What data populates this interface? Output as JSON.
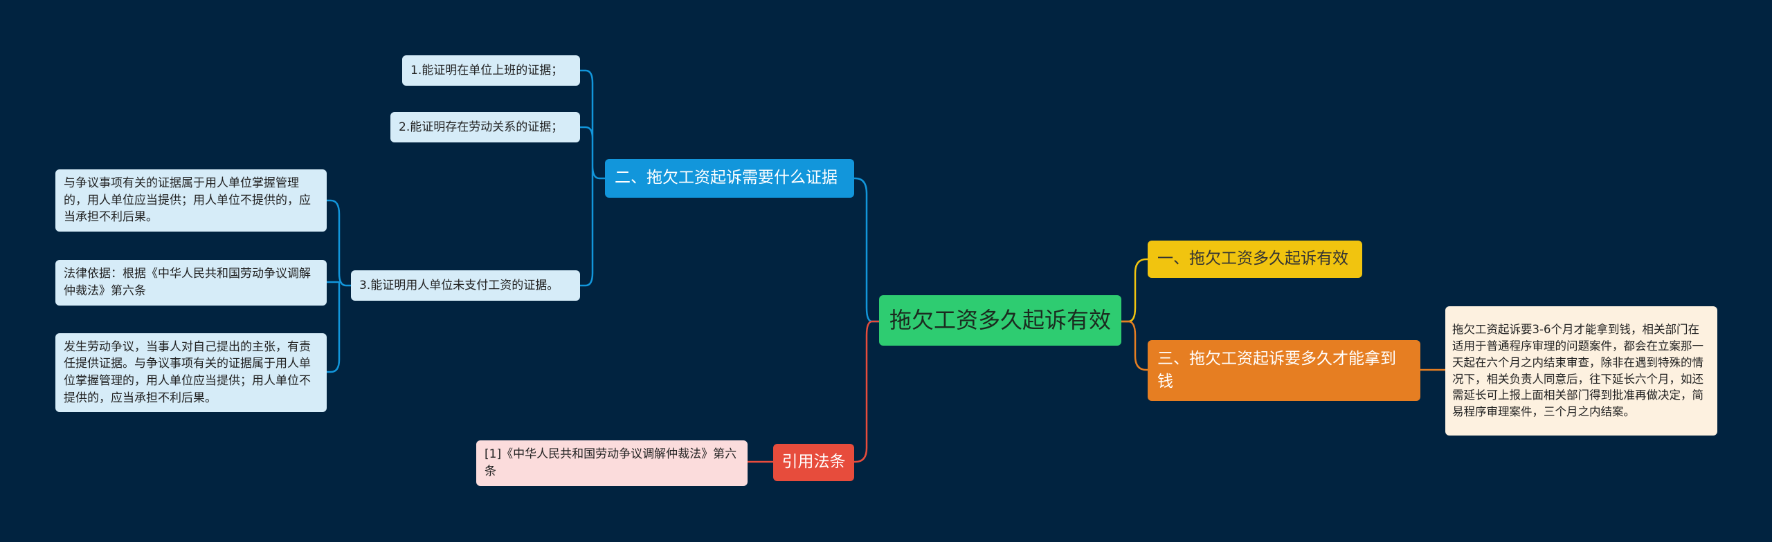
{
  "center": {
    "label": "拖欠工资多久起诉有效"
  },
  "branch1": {
    "label": "一、拖欠工资多久起诉有效"
  },
  "branch2": {
    "label": "二、拖欠工资起诉需要什么证据",
    "items": [
      "1.能证明在单位上班的证据；",
      "2.能证明存在劳动关系的证据；",
      "3.能证明用人单位未支付工资的证据。"
    ],
    "sub_items": [
      "与争议事项有关的证据属于用人单位掌握管理的，用人单位应当提供；用人单位不提供的，应当承担不利后果。",
      "法律依据：根据《中华人民共和国劳动争议调解仲裁法》第六条",
      "发生劳动争议，当事人对自己提出的主张，有责任提供证据。与争议事项有关的证据属于用人单位掌握管理的，用人单位应当提供；用人单位不提供的，应当承担不利后果。"
    ]
  },
  "branch3": {
    "label": "三、拖欠工资起诉要多久才能拿到钱",
    "detail": "拖欠工资起诉要3-6个月才能拿到钱，相关部门在适用于普通程序审理的问题案件，都会在立案那一天起在六个月之内结束审查，除非在遇到特殊的情况下，相关负责人同意后，往下延长六个月，如还需延长可上报上面相关部门得到批准再做决定，简易程序审理案件，三个月之内结案。"
  },
  "citation": {
    "label": "引用法条",
    "item": "[1]《中华人民共和国劳动争议调解仲裁法》第六条"
  },
  "colors": {
    "background": "#012340",
    "center": "#2ecc71",
    "blue": "#1296db",
    "yellow": "#f1c40f",
    "orange": "#e67e22",
    "red": "#e74c3c",
    "leaf": "#d6ecf8"
  }
}
